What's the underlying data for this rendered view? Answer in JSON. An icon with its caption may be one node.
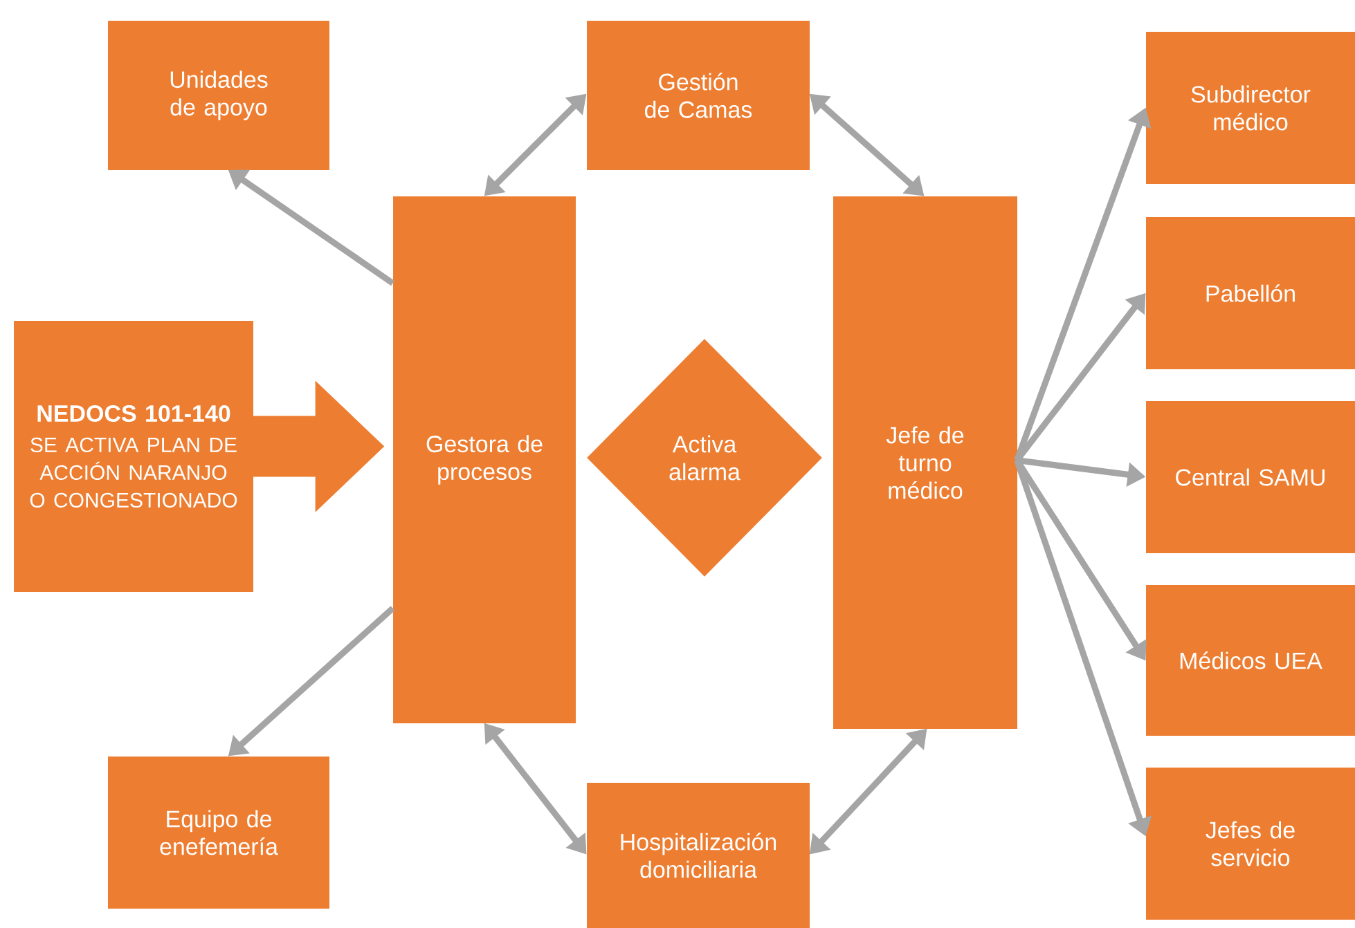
{
  "diagram": {
    "nodes": [
      {
        "text": [
          "Unidades de apoyo"
        ]
      },
      {
        "text": [
          "Gestión de Camas"
        ]
      },
      {
        "text": [
          "Subdirector médico"
        ]
      },
      {
        "text": [
          "Gestora de procesos"
        ]
      },
      {
        "text": [
          "Jefe de turno médico"
        ]
      },
      {
        "text": [
          "NEDOCS 101-140",
          "SE ACTIVA PLAN DE ACCIÓN NARANJO O CONGESTIONADO"
        ]
      },
      {
        "text": [
          "Activa alarma"
        ]
      },
      {
        "text": [
          "Pabellón"
        ]
      },
      {
        "text": [
          "Central SAMU"
        ]
      },
      {
        "text": [
          "Médicos UEA"
        ]
      },
      {
        "text": [
          "Jefes de servicio"
        ]
      },
      {
        "text": [
          "Equipo de enefemería"
        ]
      },
      {
        "text": [
          "Hospitalización domiciliaria"
        ]
      }
    ],
    "edges": [
      {
        "from": 3,
        "to": 0,
        "arrow": "to"
      },
      {
        "from": 5,
        "to": 3,
        "arrow": "to",
        "style": "thick",
        "color": "#ed7d31"
      },
      {
        "from": 3,
        "to": 1,
        "arrow": "both"
      },
      {
        "from": 1,
        "to": 4,
        "arrow": "both"
      },
      {
        "from": 3,
        "to": 12,
        "arrow": "both"
      },
      {
        "from": 4,
        "to": 12,
        "arrow": "both"
      },
      {
        "from": 4,
        "to": 2,
        "arrow": "to"
      },
      {
        "from": 4,
        "to": 7,
        "arrow": "to"
      },
      {
        "from": 4,
        "to": 8,
        "arrow": "to"
      },
      {
        "from": 4,
        "to": 9,
        "arrow": "to"
      },
      {
        "from": 4,
        "to": 10,
        "arrow": "to"
      },
      {
        "from": 3,
        "to": 11,
        "arrow": "to"
      }
    ]
  }
}
